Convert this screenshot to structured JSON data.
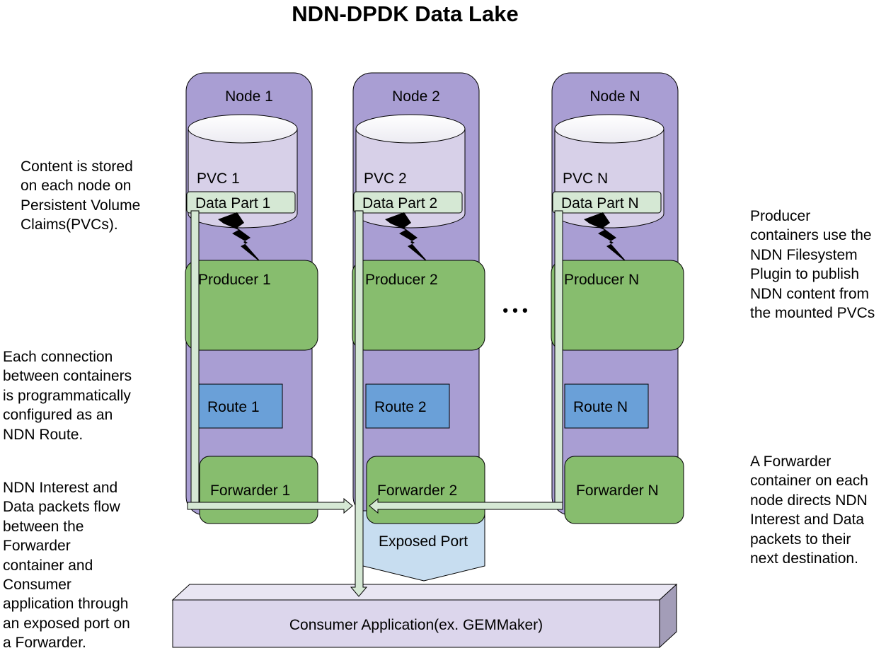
{
  "title": "NDN-DPDK Data Lake",
  "nodes": [
    {
      "node_label": "Node 1",
      "pvc_label": "PVC 1",
      "data_label": "Data Part 1",
      "producer_label": "Producer 1",
      "route_label": "Route 1",
      "forwarder_label": "Forwarder 1"
    },
    {
      "node_label": "Node 2",
      "pvc_label": "PVC 2",
      "data_label": "Data Part 2",
      "producer_label": "Producer 2",
      "route_label": "Route 2",
      "forwarder_label": "Forwarder 2"
    },
    {
      "node_label": "Node N",
      "pvc_label": "PVC N",
      "data_label": "Data Part N",
      "producer_label": "Producer N",
      "route_label": "Route N",
      "forwarder_label": "Forwarder N"
    }
  ],
  "ellipsis": "• • •",
  "exposed_port": "Exposed Port",
  "consumer": "Consumer Application(ex. GEMMaker)",
  "annotations": {
    "storage": "Content is stored\non each node on\nPersistent Volume\nClaims(PVCs).",
    "routes": "Each connection\nbetween containers\nis programmatically\nconfigured as an\nNDN Route.",
    "packets": "NDN Interest and\nData packets flow\nbetween the\nForwarder\ncontainer and\nConsumer\napplication through\nan exposed port on\na Forwarder.",
    "producer": "Producer\ncontainers use the\nNDN Filesystem\nPlugin to publish\nNDN content from\nthe mounted PVCs",
    "forwarder": "A Forwarder\ncontainer on each\nnode directs NDN\nInterest and Data\npackets to their\nnext destination."
  },
  "colors": {
    "node_fill": "#a99ed3",
    "pvc_fill": "#d7d0e8",
    "data_fill": "#d5e8d4",
    "container_fill": "#87bd6e",
    "route_fill": "#6aa0d8",
    "port_fill": "#c7ddf0",
    "consumer_fill": "#dcd6ec"
  }
}
